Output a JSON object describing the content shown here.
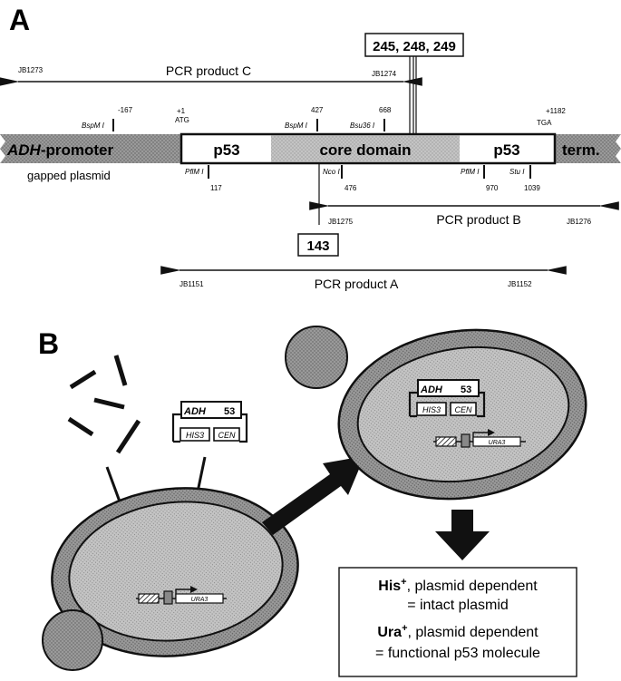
{
  "panel_a": {
    "letter": "A",
    "mutation_top": "245, 248, 249",
    "mutation_bottom": "143",
    "primers": {
      "jb1273": "JB1273",
      "jb1274": "JB1274",
      "jb1275": "JB1275",
      "jb1276": "JB1276",
      "jb1151": "JB1151",
      "jb1152": "JB1152"
    },
    "products": {
      "c": "PCR product C",
      "b": "PCR product B",
      "a": "PCR product A"
    },
    "construct": {
      "promoter": "ADH",
      "promoter_suffix": "-promoter",
      "p53_left": "p53",
      "core": "core domain",
      "p53_right": "p53",
      "term": "term.",
      "gapped": "gapped plasmid"
    },
    "sites_top": {
      "bspmi1": "BspM I",
      "minus167": "-167",
      "plus1": "+1",
      "atg": "ATG",
      "n427": "427",
      "bspmi2": "BspM I",
      "n668": "668",
      "bsu36i": "Bsu36 I",
      "plus1182": "+1182",
      "tga": "TGA"
    },
    "sites_bottom": {
      "pflmi1": "PflM I",
      "n117": "117",
      "ncoi": "Nco I",
      "n476": "476",
      "pflmi2": "PflM I",
      "n970": "970",
      "stui": "Stu I",
      "n1039": "1039"
    }
  },
  "panel_b": {
    "letter": "B",
    "plasmid": {
      "adh": "ADH",
      "n53": "53",
      "his3": "HIS3",
      "cen": "CEN"
    },
    "ura3": "URA3",
    "result": {
      "line1_bold": "His",
      "line1_sup": "+",
      "line1_rest": ", plasmid dependent",
      "line2": "= intact plasmid",
      "line3_bold": "Ura",
      "line3_sup": "+",
      "line3_rest": ", plasmid dependent",
      "line4": "= functional p53 molecule"
    }
  },
  "colors": {
    "gray_fill": "#bdbdbd",
    "dark_gray": "#8c8c8c",
    "ink": "#111111"
  }
}
